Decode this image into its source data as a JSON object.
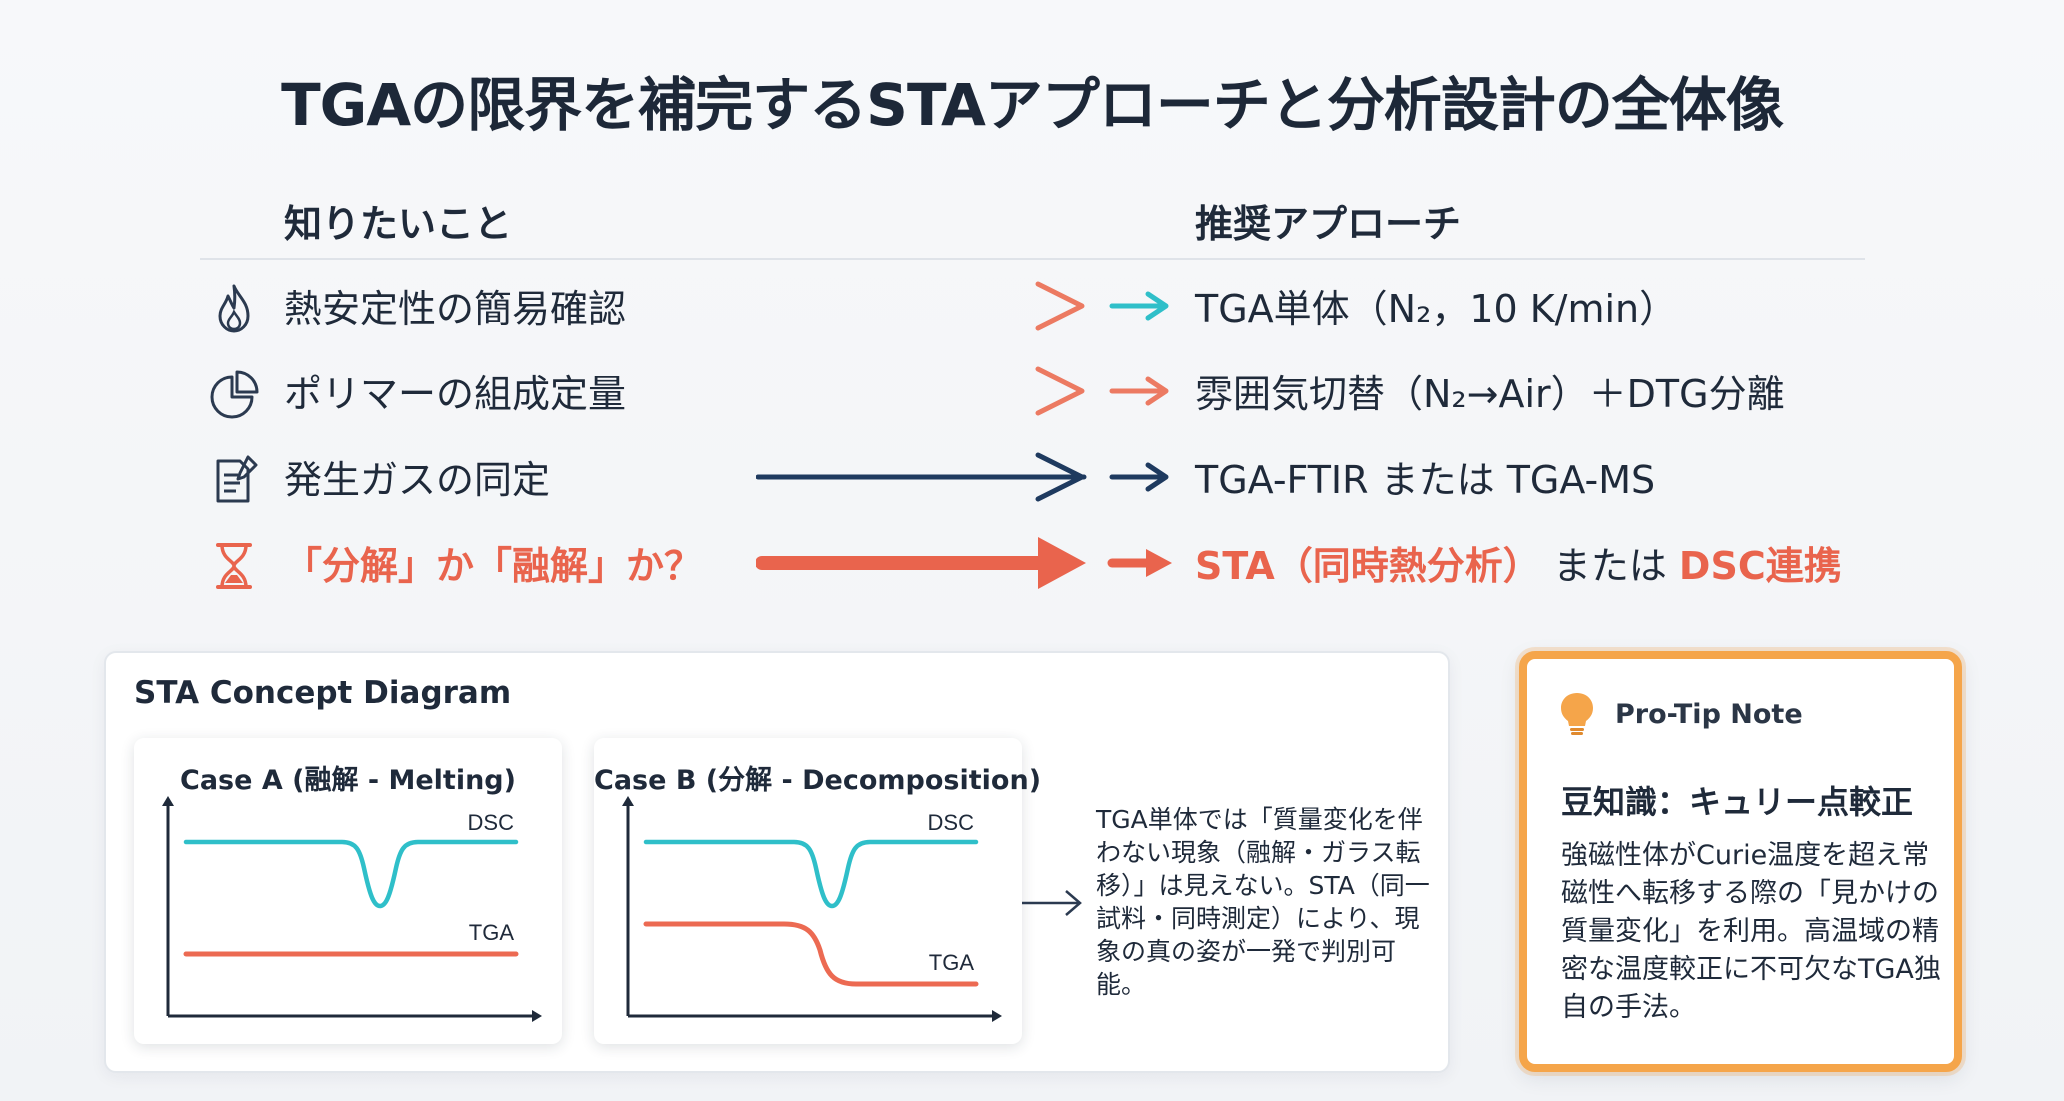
{
  "title": "TGAの限界を補完するSTAアプローチと分析設計の全体像",
  "columns": {
    "left": "知りたいこと",
    "right": "推奨アプローチ"
  },
  "rows": [
    {
      "question": "熱安定性の簡易確認",
      "approach": "TGA単体（N₂，10 K/min）",
      "icon": "flame-icon",
      "color": "#2fbfc9"
    },
    {
      "question": "ポリマーの組成定量",
      "approach": "雰囲気切替（N₂→Air）＋DTG分離",
      "icon": "pie-chart-icon",
      "color": "#ec7a62"
    },
    {
      "question": "発生ガスの同定",
      "approach": "TGA-FTIR または TGA-MS",
      "icon": "document-analysis-icon",
      "color": "#1e3a5f"
    },
    {
      "question": "「分解」か「融解」か？",
      "approach_parts": [
        "STA（同時熱分析）",
        " または ",
        "DSC連携"
      ],
      "icon": "hourglass-icon",
      "color": "#e9644d"
    }
  ],
  "concept": {
    "title": "STA Concept Diagram",
    "case_a": {
      "title": "Case A (融解 - Melting)",
      "dsc_label": "DSC",
      "tga_label": "TGA"
    },
    "case_b": {
      "title": "Case B (分解 - Decomposition)",
      "dsc_label": "DSC",
      "tga_label": "TGA"
    },
    "text": "TGA単体では「質量変化を伴わない現象（融解・ガラス転移）」は見えない。STA（同一試料・同時測定）により、現象の真の姿が一発で判別可能。"
  },
  "tip": {
    "label": "Pro-Tip Note",
    "heading": "豆知識：キュリー点較正",
    "body": "強磁性体がCurie温度を超え常磁性へ転移する際の「見かけの質量変化」を利用。高温域の精密な温度較正に不可欠なTGA独自の手法。"
  },
  "colors": {
    "teal": "#2fbfc9",
    "coral": "#ec7a62",
    "navy": "#1e3a5f",
    "red": "#e9644d",
    "orange": "#f5a54a"
  }
}
